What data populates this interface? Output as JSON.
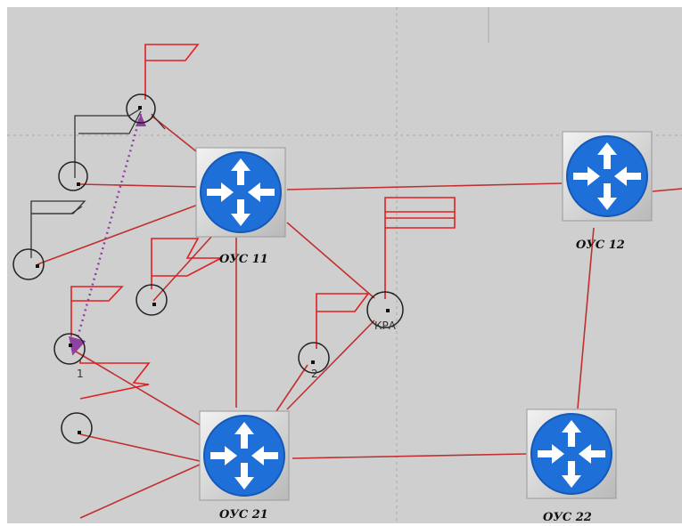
{
  "nodes": {
    "r11": {
      "label": "ОУС 11"
    },
    "r12": {
      "label": "ОУС 12"
    },
    "r21": {
      "label": "ОУС 21"
    },
    "r22": {
      "label": "ОУС 22"
    },
    "kpa": {
      "label": "КРА"
    },
    "n1": {
      "label": "1"
    },
    "n2": {
      "label": "2"
    }
  },
  "colors": {
    "background": "#cfcfcf",
    "link": "#c03030",
    "flag": "#e02020",
    "router_fill": "#1f6fd8",
    "dotted_link": "#9040a0"
  }
}
